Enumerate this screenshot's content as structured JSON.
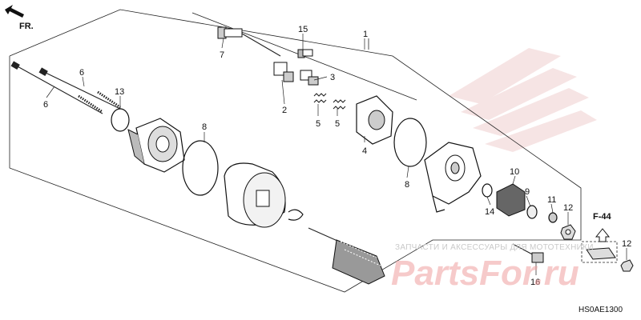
{
  "diagram": {
    "direction_label": "FR.",
    "ref_label": "F-44",
    "code": "HS0AE1300",
    "watermark_text": "ЗАПЧАСТИ И АКСЕССУАРЫ ДЛЯ МОТОТЕХНИКИ",
    "watermark_logo": "PartsFor.ru"
  },
  "callouts": {
    "c1": "1",
    "c2": "2",
    "c3": "3",
    "c4": "4",
    "c5a": "5",
    "c5b": "5",
    "c6a": "6",
    "c6b": "6",
    "c7": "7",
    "c8a": "8",
    "c8b": "8",
    "c9": "9",
    "c10": "10",
    "c11": "11",
    "c12a": "12",
    "c12b": "12",
    "c13": "13",
    "c14": "14",
    "c15": "15",
    "c16": "16"
  }
}
